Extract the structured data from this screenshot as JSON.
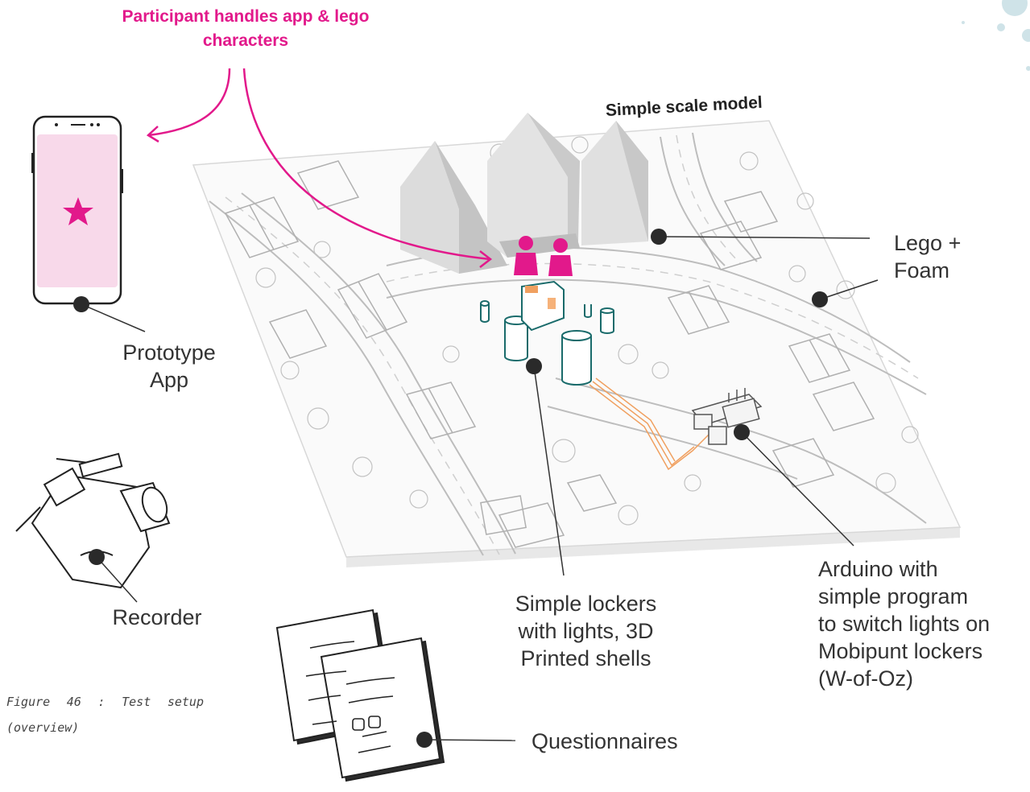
{
  "header": {
    "participant_label": "Participant handles app & lego characters"
  },
  "model": {
    "title": "Simple scale model"
  },
  "labels": {
    "lego_foam": [
      "Lego +",
      "Foam"
    ],
    "prototype_app": [
      "Prototype",
      "App"
    ],
    "lockers": [
      "Simple lockers",
      "with lights, 3D",
      "Printed shells"
    ],
    "arduino": [
      "Arduino with",
      "simple program",
      "to switch lights on",
      "Mobipunt lockers",
      "(W-of-Oz)"
    ],
    "recorder": "Recorder",
    "questionnaires": "Questionnaires"
  },
  "caption": "Figure 46 : Test setup (overview)",
  "colors": {
    "accent": "#e2198b",
    "phone_screen": "#f8d9ea",
    "locker": "#1a6b6b",
    "wire": "#f0a060",
    "leader": "#333333"
  },
  "icons": [
    "smartphone-icon",
    "star-icon",
    "video-camera-icon",
    "document-icon",
    "lego-figure-icon"
  ]
}
